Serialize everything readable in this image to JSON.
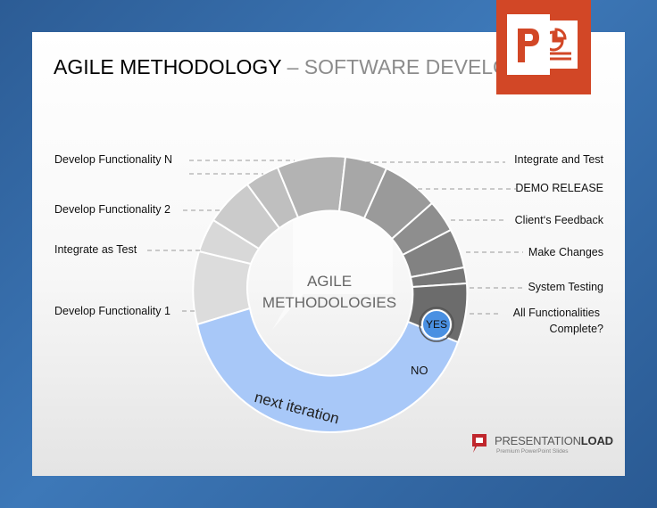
{
  "title": {
    "main": "AGILE METHODOLOGY",
    "dash": " – ",
    "sub": "SOFTWARE DEVELO"
  },
  "center": {
    "line1": "AGILE",
    "line2": "METHODOLOGIES"
  },
  "labels_left": {
    "develop_n": "Develop Functionality N",
    "develop_2": "Develop Functionality 2",
    "integrate_as_test": "Integrate as Test",
    "develop_1": "Develop Functionality 1"
  },
  "labels_right": {
    "integrate_test": "Integrate and Test",
    "demo_release": "DEMO RELEASE",
    "clients_feedback": "Client‘s Feedback",
    "make_changes": "Make Changes",
    "system_testing": "System Testing",
    "all_functionalities": "All Functionalities",
    "complete": "Complete?"
  },
  "decision": {
    "yes": "YES",
    "no": "NO"
  },
  "loop": {
    "label": "next iteration"
  },
  "brand": {
    "name_a": "PRESENTATION",
    "name_b": "LOAD",
    "tag": "Premium PowerPoint Slides"
  },
  "colors": {
    "next_iteration": "#a8c8f8",
    "yes_button": "#4a90e2",
    "ppt_orange": "#d24726",
    "brand_red": "#c0272d"
  }
}
